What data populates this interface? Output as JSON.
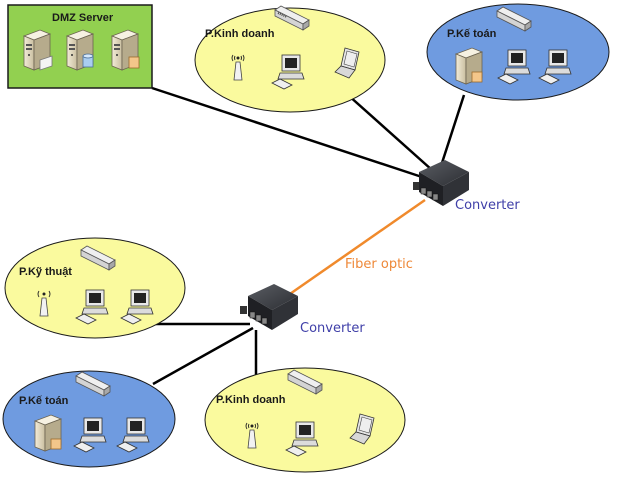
{
  "diagram": {
    "title": "Network topology with fiber optic link",
    "colors": {
      "dmz_fill": "#92d050",
      "yellow_zone": "#fafa9e",
      "blue_zone": "#6f9be0",
      "link": "#000000",
      "fiber": "#f08a2c",
      "converter_label": "#3f3fa8",
      "fiber_label": "#ee8838"
    },
    "zones": {
      "dmz": {
        "label": "DMZ Server",
        "devices": [
          "server",
          "database-server",
          "file-server"
        ]
      },
      "top_sales": {
        "label": "P.Kinh doanh",
        "devices": [
          "switch",
          "wireless-ap",
          "desktop-pc",
          "laptop"
        ]
      },
      "top_accounting": {
        "label": "P.Kế toán",
        "devices": [
          "switch",
          "server",
          "desktop-pc",
          "desktop-pc"
        ]
      },
      "technical": {
        "label": "P.Kỹ thuật",
        "devices": [
          "switch",
          "wireless-ap",
          "desktop-pc",
          "desktop-pc"
        ]
      },
      "bottom_accounting": {
        "label": "P.Kế toán",
        "devices": [
          "switch",
          "server",
          "desktop-pc",
          "desktop-pc"
        ]
      },
      "bottom_sales": {
        "label": "P.Kinh doanh",
        "devices": [
          "switch",
          "wireless-ap",
          "desktop-pc",
          "laptop"
        ]
      }
    },
    "converters": {
      "top": {
        "label": "Converter"
      },
      "bottom": {
        "label": "Converter"
      }
    },
    "fiber": {
      "label": "Fiber optic"
    }
  }
}
